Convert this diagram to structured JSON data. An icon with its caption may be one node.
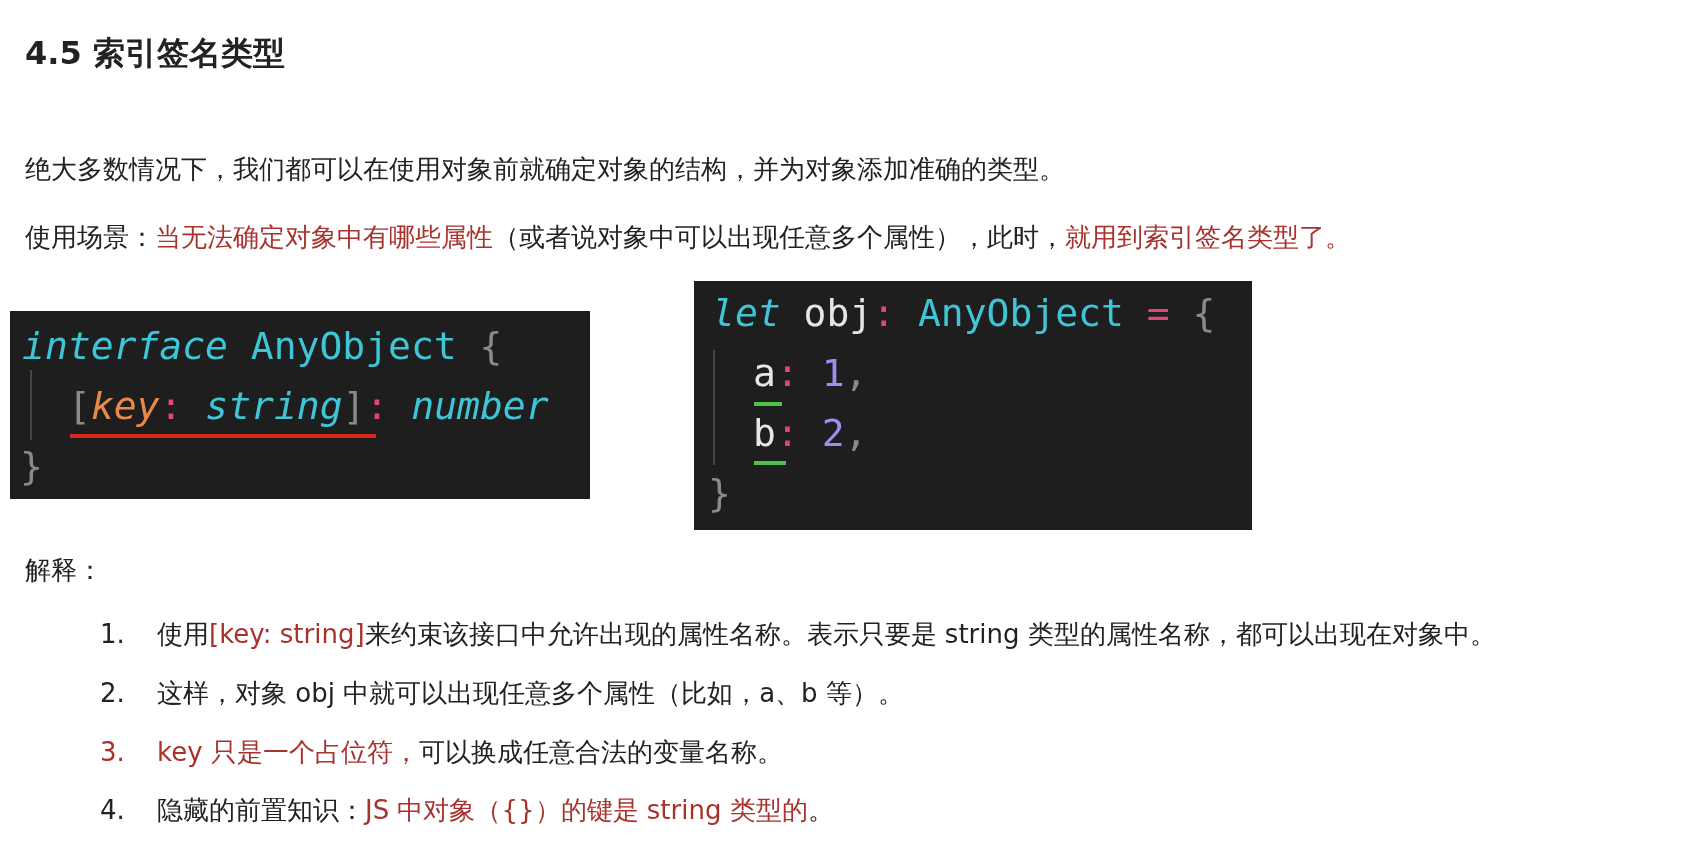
{
  "diagram": {
    "title": "4.5 索引签名类型",
    "nodes": [
      {
        "text": [
          "interface AnyObject {",
          "[key: string]: number",
          "}"
        ]
      },
      {
        "text": [
          "let obj: AnyObject = {",
          "a: 1,",
          "b: 2,",
          "}"
        ]
      }
    ],
    "labels": [
      "绝大多数情况下，我们都可以在使用对象前就确定对象的结构，并为对象添加准确的类型。",
      "使用场景：",
      "当无法确定对象中有哪些属性",
      "（或者说对象中可以出现任意多个属性），此时，",
      "就用到索引签名类型了。",
      "解释：",
      "1.",
      "使用",
      "[key: string]",
      "来约束该接口中允许出现的属性名称。表示只要是 string 类型的属性名称，都可以出现在对象中。",
      "2.",
      "这样，对象 obj 中就可以出现任意多个属性（比如，a、b 等）。",
      "3.",
      "key 只是一个占位符，",
      "可以换成任意合法的变量名称。",
      "4.",
      "隐藏的前置知识：",
      "JS 中对象（{}）的键是 string 类型的",
      "。"
    ]
  }
}
